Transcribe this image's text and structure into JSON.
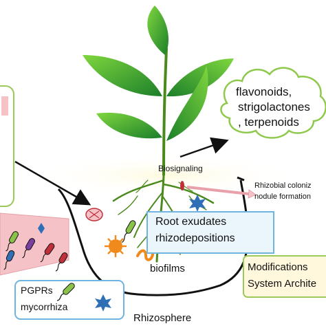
{
  "cloud": {
    "line1": "flavonoids,",
    "line2": "strigolactones",
    "line3": ", terpenoids"
  },
  "labels": {
    "biosignaling": "Biosignaling",
    "rhizobial_line1": "Rhizobial coloniz",
    "rhizobial_line2": "nodule formation",
    "exudates_line1": "Root exudates",
    "exudates_line2": "rhizodepositions",
    "biofilms": "biofilms",
    "pgprs": "PGPRs",
    "mycorrhiza": "mycorrhiza",
    "rhizosphere": "Rhizosphere",
    "modifications_line1": "Modifications",
    "modifications_line2": "System Archite"
  },
  "colors": {
    "leaf_dark": "#1f8a2e",
    "leaf_light": "#6fcf3a",
    "root": "#4a8a1c",
    "exudate_box_border": "#6fb3e0",
    "exudate_box_fill": "#eaf5fc",
    "modifications_box_fill": "#fff8dc",
    "modifications_box_border": "#9bc95a",
    "pink_panel": "#f5c2c8",
    "microbe_blue": "#2f6fb5",
    "microbe_orange": "#f08a1c"
  }
}
